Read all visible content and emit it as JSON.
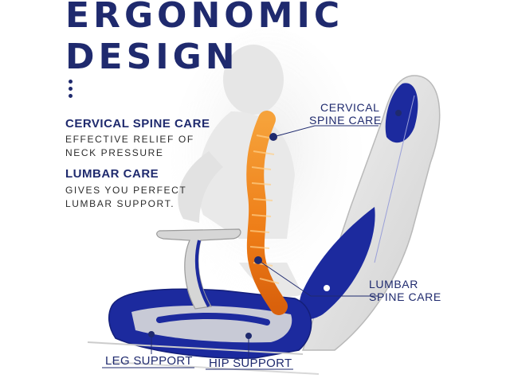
{
  "title": {
    "line1": "ERGONOMIC",
    "line2": "DESIGN"
  },
  "features": [
    {
      "heading": "CERVICAL SPINE CARE",
      "desc1": "EFFECTIVE RELIEF OF",
      "desc2": "NECK PRESSURE"
    },
    {
      "heading": "LUMBAR CARE",
      "desc1": "GIVES YOU PERFECT",
      "desc2": "LUMBAR SUPPORT."
    }
  ],
  "callouts": {
    "cervical": {
      "line1": "CERVICAL",
      "line2": "SPINE CARE"
    },
    "lumbar": {
      "line1": "LUMBAR",
      "line2": "SPINE CARE"
    },
    "leg": "LEG SUPPORT",
    "hip": "HIP SUPPORT"
  },
  "colors": {
    "brand_navy": "#1f2a6e",
    "chair_blue": "#1c2a9e",
    "spine_orange": "#f08a1c"
  }
}
